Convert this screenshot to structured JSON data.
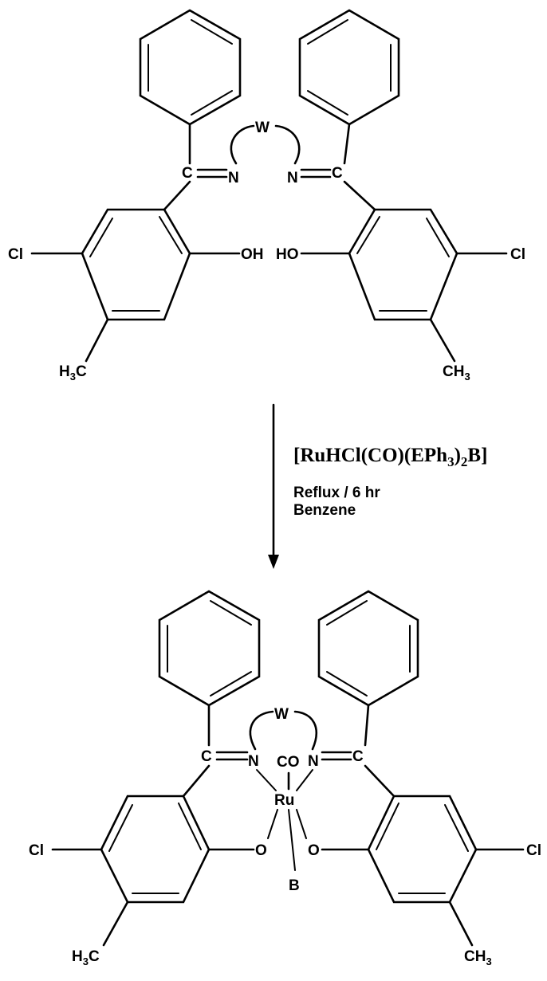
{
  "labels": {
    "bridge": "W",
    "nitrogen": "N",
    "carbon": "C",
    "chloro": "Cl",
    "hydroxyl_right": "OH",
    "hydroxyl_left": "HO",
    "oxygen": "O",
    "methyl_left": "H",
    "methyl_left_sub": "3",
    "methyl_left_end": "C",
    "methyl_right": "CH",
    "methyl_right_sub": "3",
    "metal": "Ru",
    "carbonyl": "CO",
    "ligand_b": "B"
  },
  "reaction": {
    "reagent_main": "[RuHCl(CO)(EPh",
    "reagent_sub1": "3",
    "reagent_mid": ")",
    "reagent_sub2": "2",
    "reagent_end": "B]",
    "condition_1": "Reflux / 6 hr",
    "condition_2": "Benzene"
  }
}
